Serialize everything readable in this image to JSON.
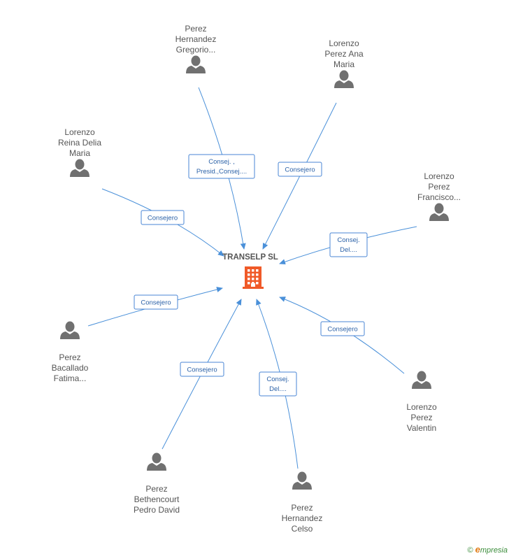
{
  "company": {
    "name": "TRANSELP SL"
  },
  "colors": {
    "edge": "#4a90d9",
    "person": "#707070",
    "company": "#f05a28",
    "label": "#2c62a8"
  },
  "people": [
    {
      "id": "gregorio",
      "name_lines": [
        "Perez",
        "Hernandez",
        "Gregorio..."
      ],
      "role_lines": [
        "Consej. ,",
        "Presid.,Consej...."
      ]
    },
    {
      "id": "ana-maria",
      "name_lines": [
        "Lorenzo",
        "Perez Ana",
        "Maria"
      ],
      "role_lines": [
        "Consejero"
      ]
    },
    {
      "id": "delia-maria",
      "name_lines": [
        "Lorenzo",
        "Reina Delia",
        "Maria"
      ],
      "role_lines": [
        "Consejero"
      ]
    },
    {
      "id": "francisco",
      "name_lines": [
        "Lorenzo",
        "Perez",
        "Francisco..."
      ],
      "role_lines": [
        "Consej.",
        "Del...."
      ]
    },
    {
      "id": "fatima",
      "name_lines": [
        "Perez",
        "Bacallado",
        "Fatima..."
      ],
      "role_lines": [
        "Consejero"
      ]
    },
    {
      "id": "valentin",
      "name_lines": [
        "Lorenzo",
        "Perez",
        "Valentin"
      ],
      "role_lines": [
        "Consejero"
      ]
    },
    {
      "id": "pedro-david",
      "name_lines": [
        "Perez",
        "Bethencourt",
        "Pedro David"
      ],
      "role_lines": [
        "Consejero"
      ]
    },
    {
      "id": "celso",
      "name_lines": [
        "Perez",
        "Hernandez",
        "Celso"
      ],
      "role_lines": [
        "Consej.",
        "Del...."
      ]
    }
  ],
  "footer": {
    "copyright_symbol": "©",
    "brand_initial": "e",
    "brand_rest": "mpresia"
  }
}
